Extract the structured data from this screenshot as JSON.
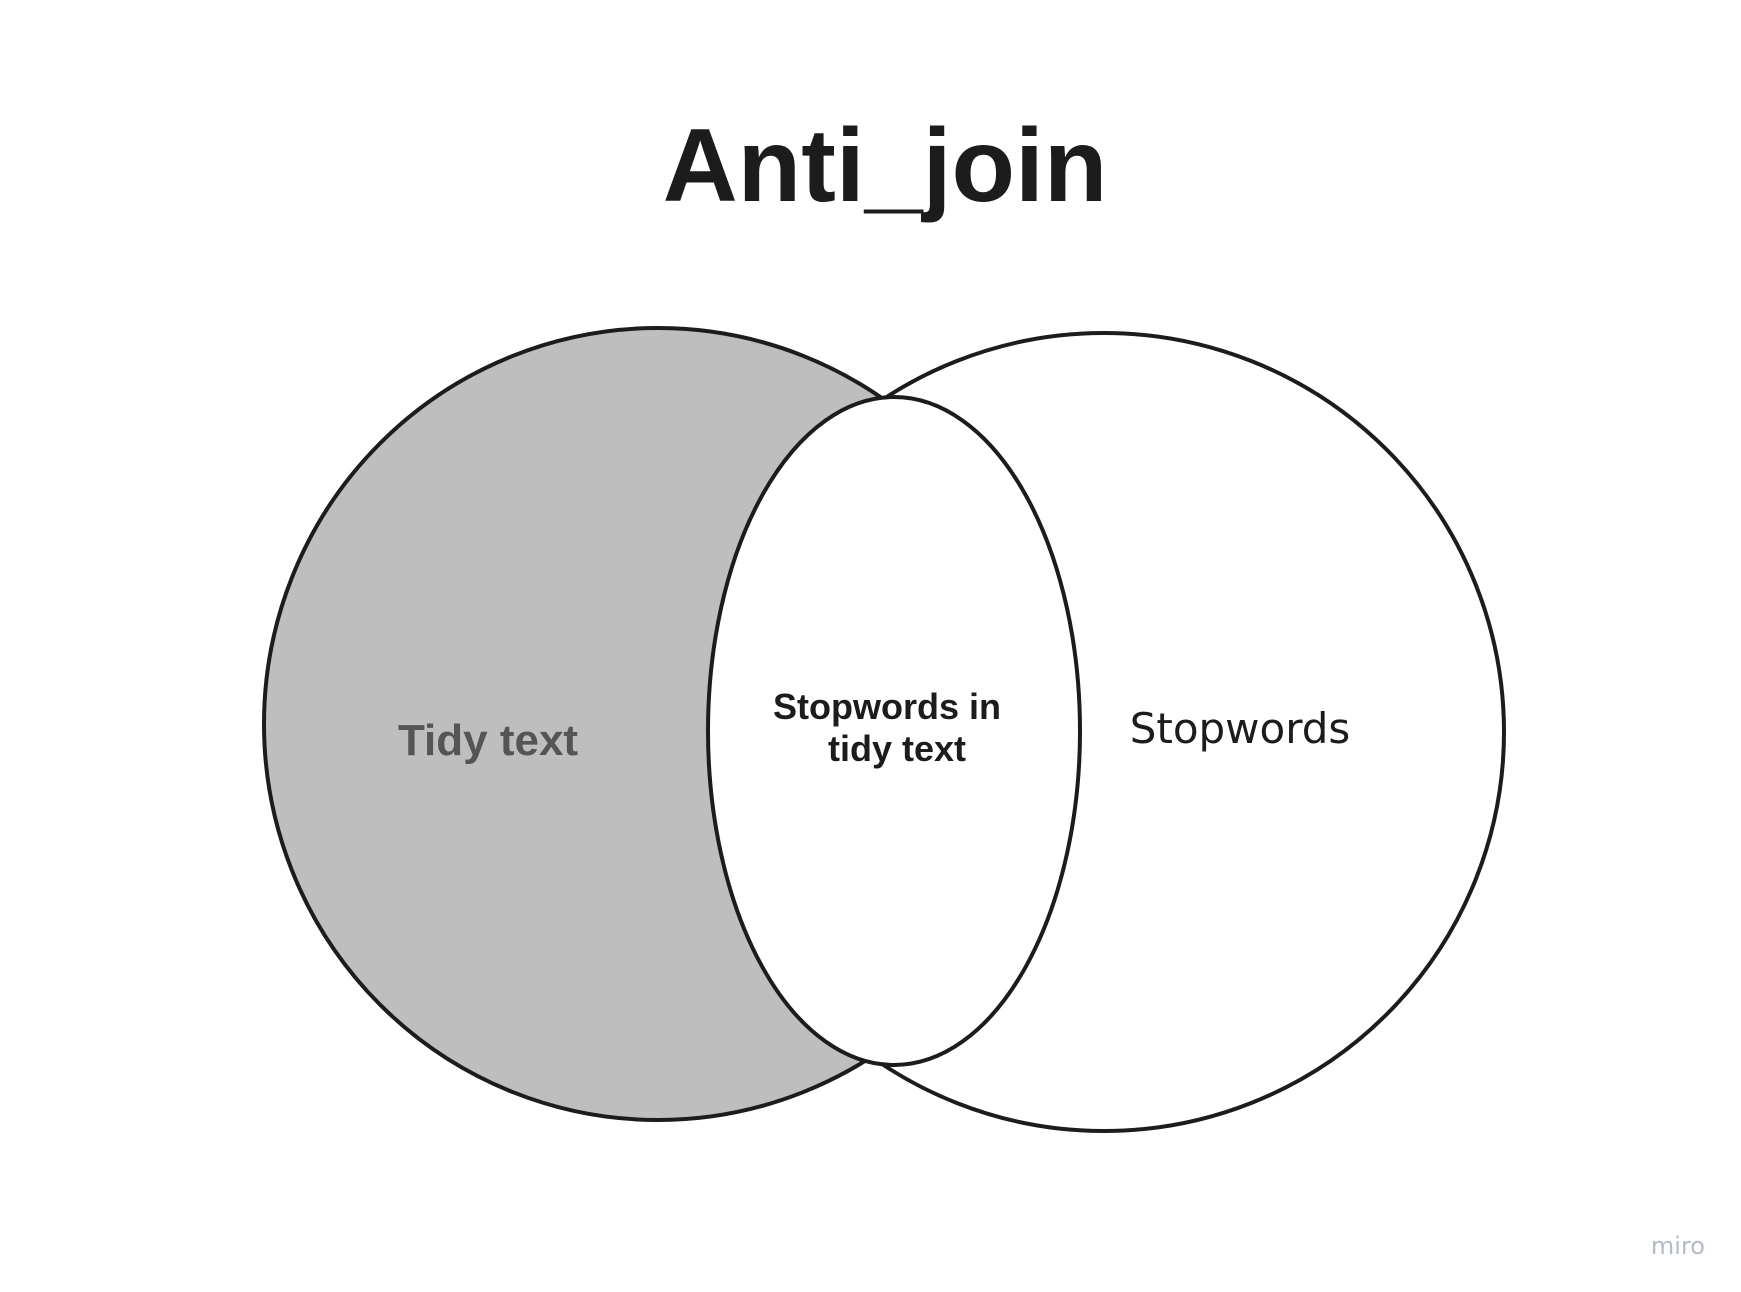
{
  "title": "Anti_join",
  "sets": {
    "left": {
      "label": "Tidy text",
      "highlighted": true
    },
    "intersection": {
      "label_lines": [
        "Stopwords in",
        "tidy text"
      ]
    },
    "right": {
      "label": "Stopwords",
      "highlighted": false
    }
  },
  "colors": {
    "highlight_fill": "#bebebe",
    "outline": "#1c1c1c",
    "background": "#ffffff"
  },
  "watermark": "miro"
}
